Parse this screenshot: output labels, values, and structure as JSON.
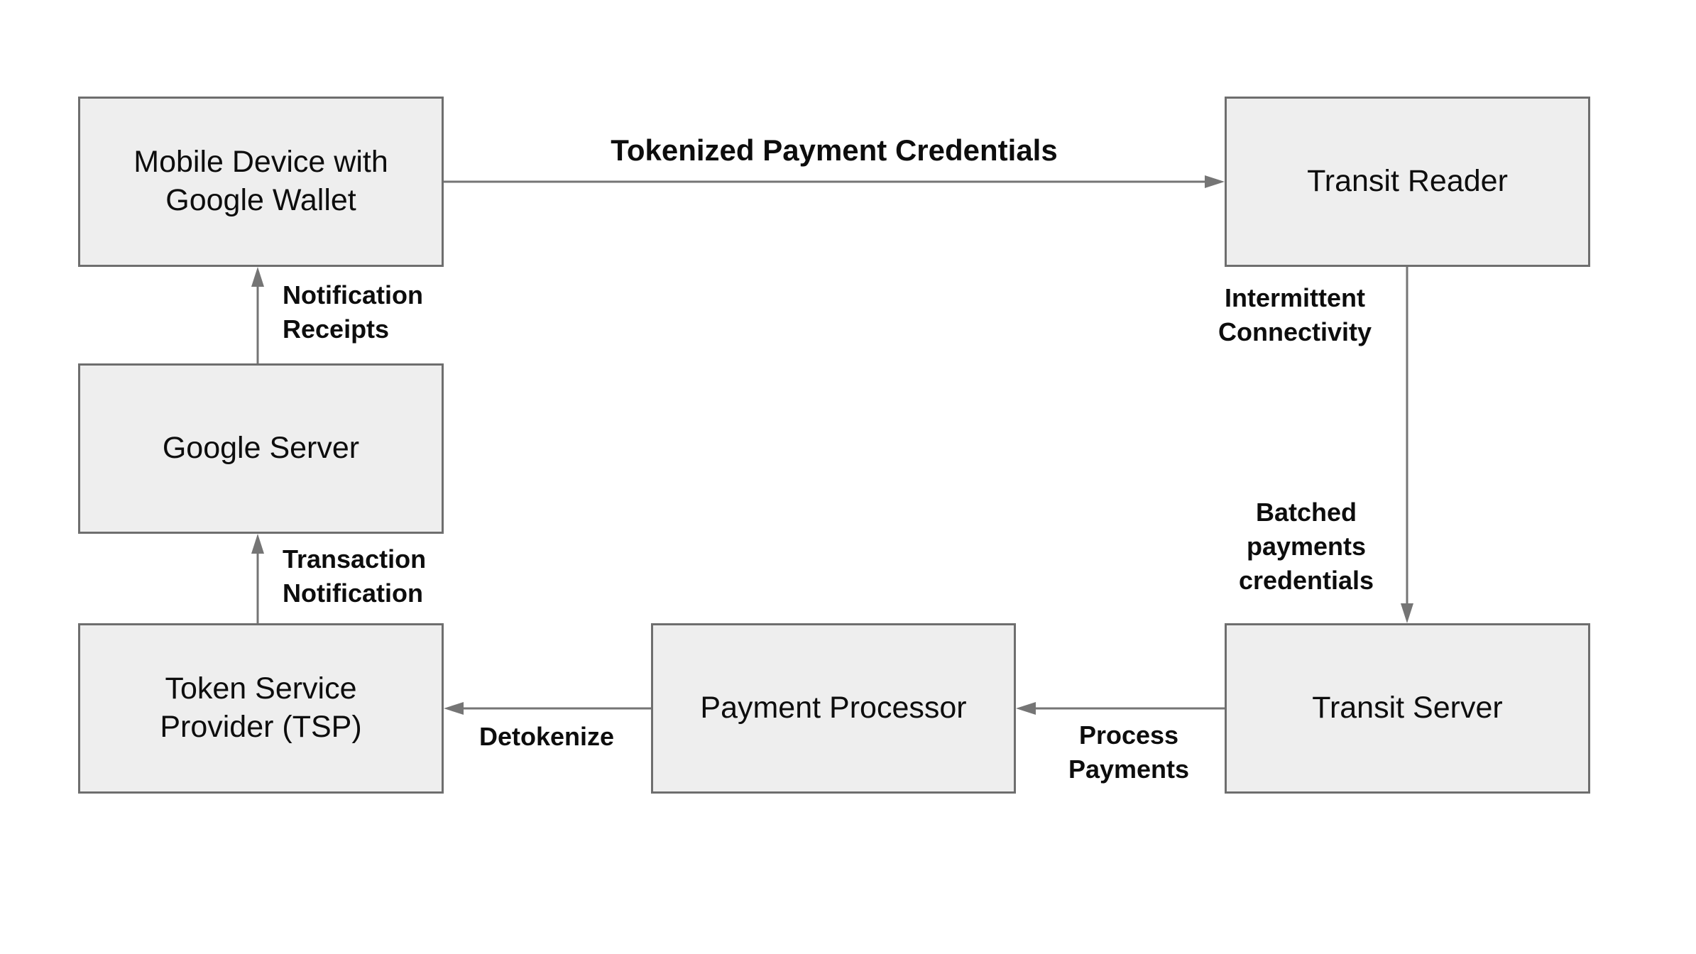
{
  "theme": {
    "background": "#ffffff",
    "box_fill": "#eeeeee",
    "box_border": "#6e6e6e",
    "arrow_color": "#757575",
    "text_color": "#0d0d0d"
  },
  "diagram": {
    "nodes": {
      "mobile_device": {
        "label": "Mobile Device with\nGoogle Wallet"
      },
      "transit_reader": {
        "label": "Transit Reader"
      },
      "google_server": {
        "label": "Google Server"
      },
      "tsp": {
        "label": "Token Service\nProvider (TSP)"
      },
      "payment_processor": {
        "label": "Payment Processor"
      },
      "transit_server": {
        "label": "Transit Server"
      }
    },
    "edges": {
      "tokenized_payment_credentials": {
        "from": "mobile_device",
        "to": "transit_reader",
        "direction": "right",
        "label": "Tokenized Payment Credentials"
      },
      "notification_receipts": {
        "from": "google_server",
        "to": "mobile_device",
        "direction": "up",
        "label": "Notification\nReceipts"
      },
      "transaction_notification": {
        "from": "tsp",
        "to": "google_server",
        "direction": "up",
        "label": "Transaction\nNotification"
      },
      "reader_to_transit_server": {
        "from": "transit_reader",
        "to": "transit_server",
        "direction": "down",
        "label_top": "Intermittent\nConnectivity",
        "label_bottom": "Batched\npayments\ncredentials"
      },
      "process_payments": {
        "from": "transit_server",
        "to": "payment_processor",
        "direction": "left",
        "label": "Process\nPayments"
      },
      "detokenize": {
        "from": "payment_processor",
        "to": "tsp",
        "direction": "left",
        "label": "Detokenize"
      }
    }
  }
}
